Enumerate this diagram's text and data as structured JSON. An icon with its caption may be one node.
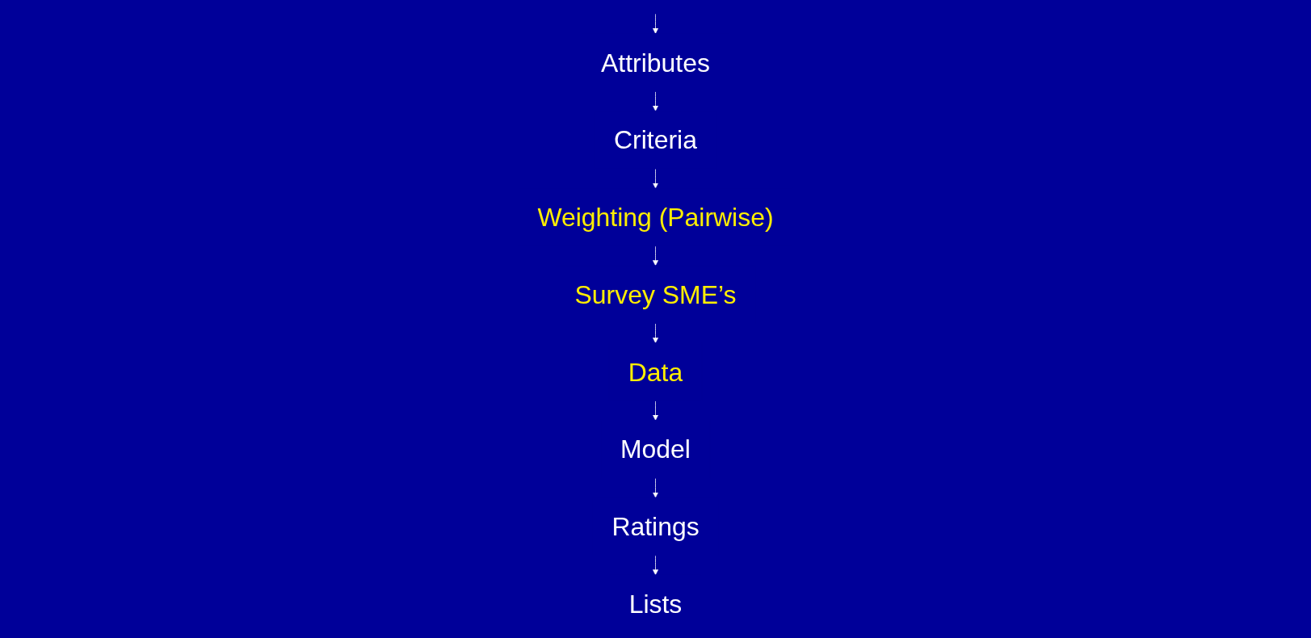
{
  "diagram": {
    "nodes": [
      {
        "text": [
          "Attributes"
        ]
      },
      {
        "text": [
          "Criteria"
        ]
      },
      {
        "text": [
          "Weighting (Pairwise)"
        ]
      },
      {
        "text": [
          "Survey SME’s"
        ]
      },
      {
        "text": [
          "Data"
        ]
      },
      {
        "text": [
          "Model"
        ]
      },
      {
        "text": [
          "Ratings"
        ]
      },
      {
        "text": [
          "Lists"
        ]
      }
    ],
    "edges": [
      {
        "from": null,
        "to": 0,
        "arrow": "to"
      },
      {
        "from": 0,
        "to": 1,
        "arrow": "to"
      },
      {
        "from": 1,
        "to": 2,
        "arrow": "to"
      },
      {
        "from": 2,
        "to": 3,
        "arrow": "to"
      },
      {
        "from": 3,
        "to": 4,
        "arrow": "to"
      },
      {
        "from": 4,
        "to": 5,
        "arrow": "to"
      },
      {
        "from": 5,
        "to": 6,
        "arrow": "to"
      },
      {
        "from": 6,
        "to": 7,
        "arrow": "to"
      }
    ]
  }
}
